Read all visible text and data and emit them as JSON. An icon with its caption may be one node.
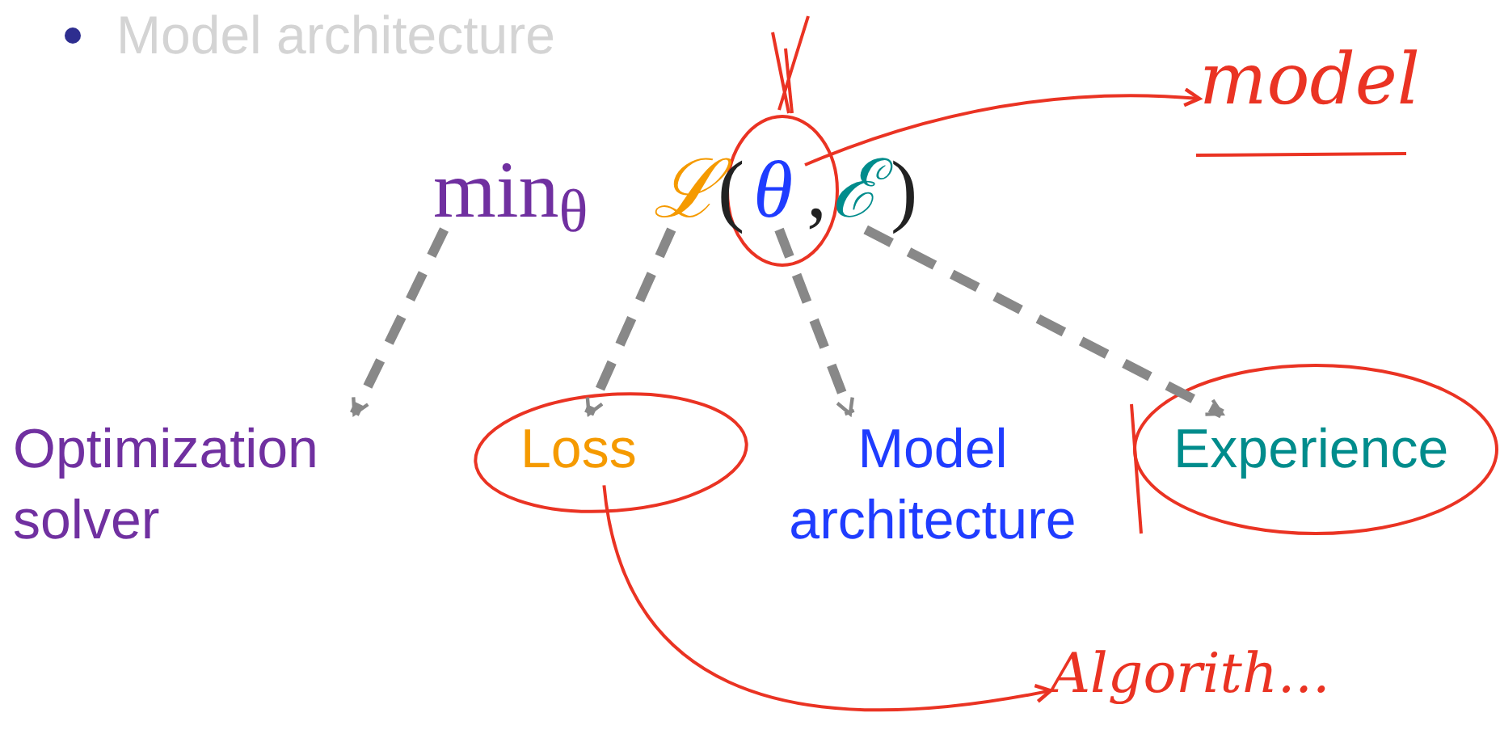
{
  "diagram": {
    "title": "Model architecture",
    "nodes": [
      {
        "text": [
          "min$_{θ}$"
        ]
      },
      {
        "text": [
          "ℒ"
        ]
      },
      {
        "text": [
          "θ"
        ]
      },
      {
        "text": [
          "ℰ"
        ]
      },
      {
        "text": [
          "Optimization solver"
        ]
      },
      {
        "text": [
          "Loss"
        ]
      },
      {
        "text": [
          "Model architecture"
        ]
      },
      {
        "text": [
          "Experience"
        ]
      },
      {
        "text": [
          "model"
        ]
      },
      {
        "text": [
          "Algorith..."
        ]
      }
    ],
    "edges": [
      {
        "from": 0,
        "to": 4,
        "arrow": "to",
        "style": "dashed"
      },
      {
        "from": 1,
        "to": 5,
        "arrow": "to",
        "style": "dashed"
      },
      {
        "from": 2,
        "to": 6,
        "arrow": "to",
        "style": "dashed"
      },
      {
        "from": 3,
        "to": 7,
        "arrow": "to",
        "style": "dashed"
      },
      {
        "from": 2,
        "to": 8,
        "arrow": "to",
        "color": "#ea3323"
      },
      {
        "from": 5,
        "to": 9,
        "arrow": "to",
        "color": "#ea3323"
      }
    ],
    "labels": [
      "(",
      ",",
      ")"
    ]
  }
}
